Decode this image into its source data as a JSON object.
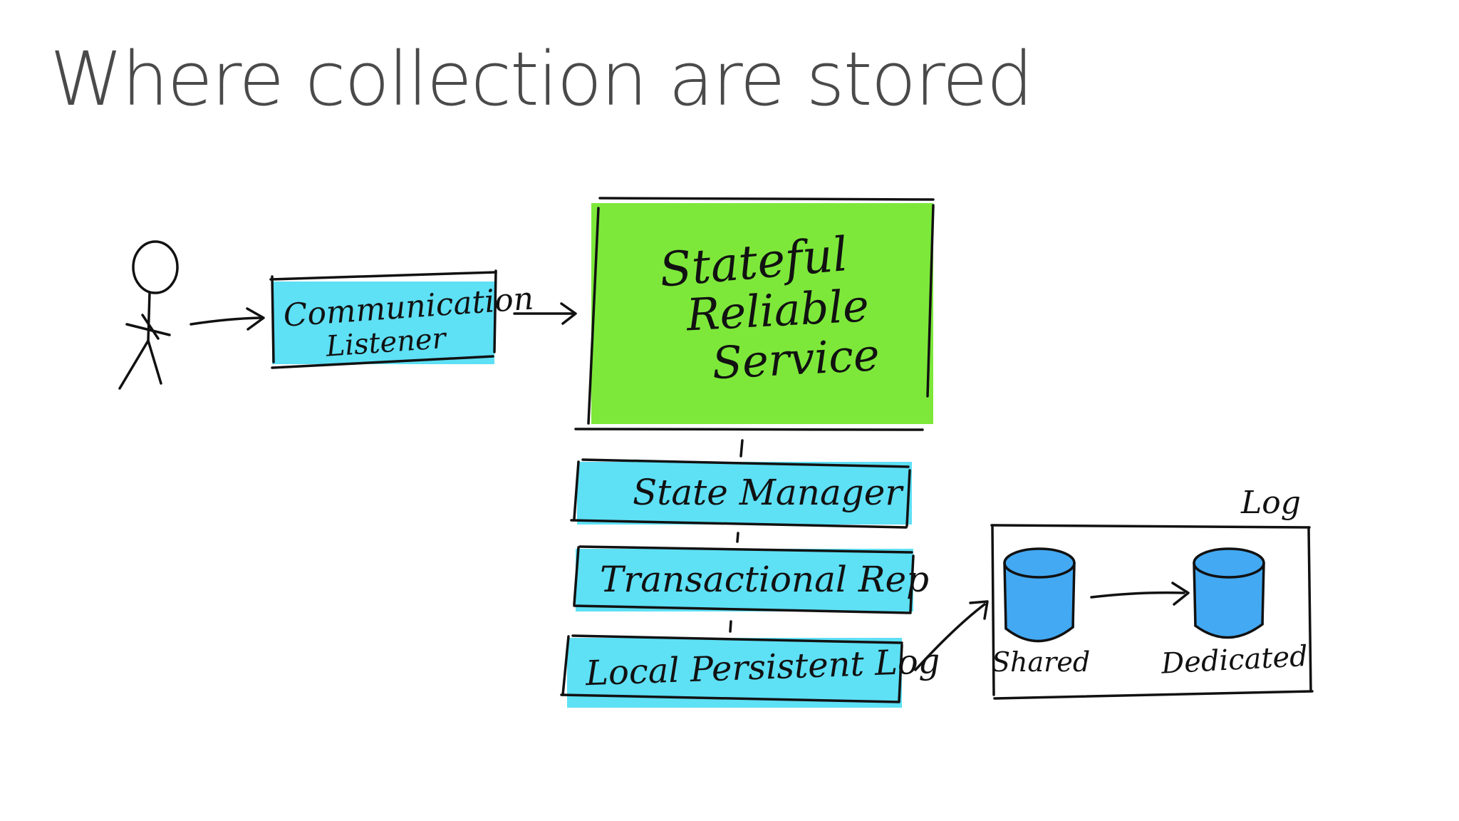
{
  "title": "Where collection are stored",
  "colors": {
    "cyan_box": "#5ee0f5",
    "green_box": "#7de83a",
    "blue_cylinder": "#43a9f2",
    "ink": "#111111",
    "title_text": "#4a4a4a"
  },
  "diagram": {
    "actor_icon": "stick-figure-icon",
    "communication_listener": {
      "line1": "Communication",
      "line2": "Listener"
    },
    "service": {
      "line1": "Stateful",
      "line2": "Reliable",
      "line3": "Service"
    },
    "state_manager": "State Manager",
    "transactional_rep": "Transactional Rep",
    "local_log": "Local Persistent Log",
    "log_group": {
      "label": "Log",
      "shared": "Shared",
      "dedicated": "Dedicated"
    }
  }
}
